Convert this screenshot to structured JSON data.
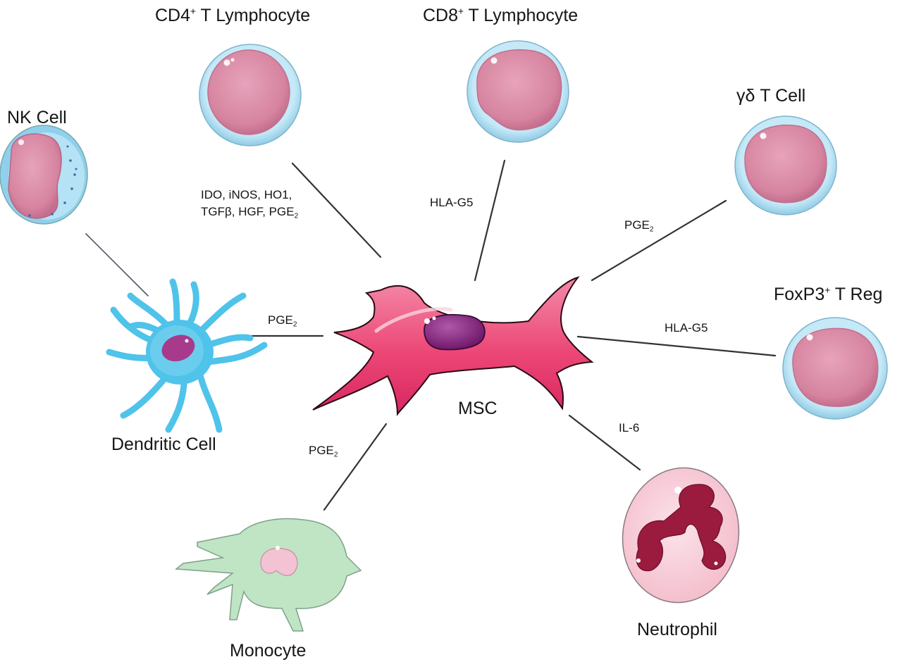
{
  "diagram": {
    "center": {
      "label": "MSC",
      "kind": "mesenchymal-stem-cell"
    },
    "cells": [
      {
        "id": "cd4",
        "name": "CD4",
        "sup": "+",
        "suffix": " T Lymphocyte",
        "kind": "lymphocyte",
        "mediator_lines": [
          "IDO, iNOS, HO1,",
          "TGFβ, HGF, PGE"
        ],
        "mediator_sub": "2"
      },
      {
        "id": "cd8",
        "name": "CD8",
        "sup": "+",
        "suffix": " T Lymphocyte",
        "kind": "lymphocyte",
        "mediator": "HLA-G5"
      },
      {
        "id": "gd",
        "name": "γδ T Cell",
        "kind": "lymphocyte",
        "mediator": "PGE",
        "mediator_sub": "2"
      },
      {
        "id": "treg",
        "name": "FoxP3",
        "sup": "+",
        "suffix": " T Reg",
        "kind": "lymphocyte",
        "mediator": "HLA-G5"
      },
      {
        "id": "neut",
        "name": "Neutrophil",
        "kind": "neutrophil",
        "mediator": "IL-6"
      },
      {
        "id": "mono",
        "name": "Monocyte",
        "kind": "monocyte",
        "mediator": "PGE",
        "mediator_sub": "2"
      },
      {
        "id": "dc",
        "name": "Dendritic Cell",
        "kind": "dendritic",
        "mediator": "PGE",
        "mediator_sub": "2"
      },
      {
        "id": "nk",
        "name": "NK Cell",
        "kind": "nk-cell"
      }
    ],
    "colors": {
      "msc_body": "#ec3f72",
      "msc_nucleus": "#7b1e7a",
      "lymph_membrane": "#9fd6ee",
      "lymph_nucleus": "#d98aa6",
      "dendritic": "#4fc3ea",
      "dendritic_nucleus": "#a83a8c",
      "monocyte": "#bfe5c4",
      "monocyte_nucleus": "#f3c3d4",
      "neutrophil_body": "#f9d4de",
      "neutrophil_nucleus": "#9a1b3e",
      "connector": "#333333"
    }
  }
}
